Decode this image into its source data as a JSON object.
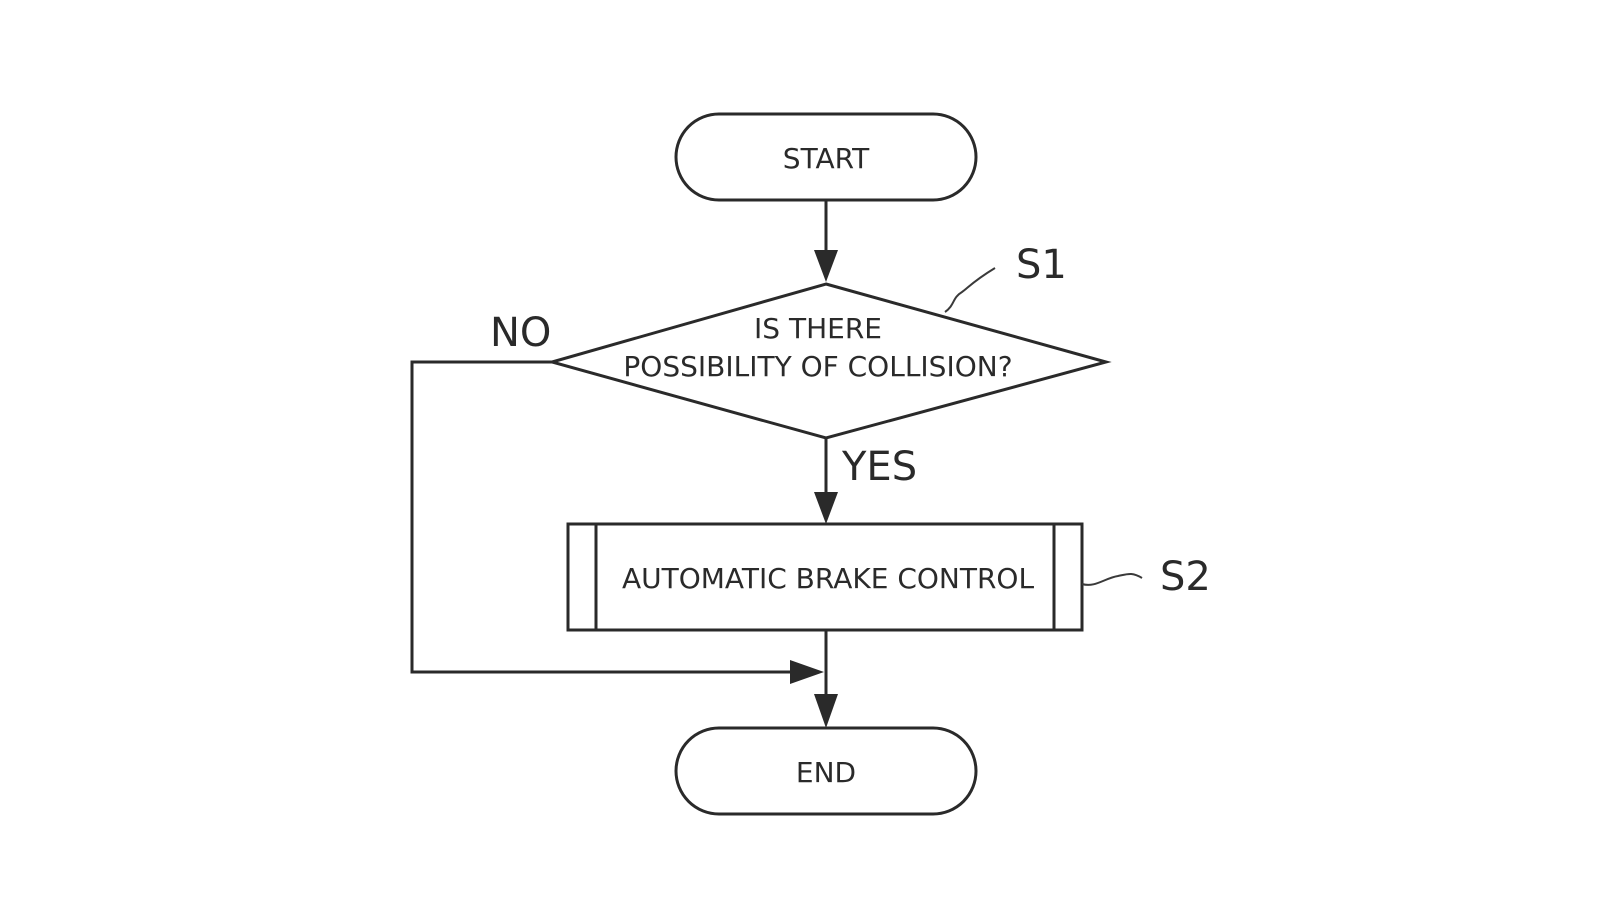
{
  "flowchart": {
    "start": {
      "label": "START"
    },
    "decision": {
      "line1": "IS THERE",
      "line2": "POSSIBILITY OF COLLISION?",
      "step": "S1",
      "no_label": "NO",
      "yes_label": "YES"
    },
    "process": {
      "label": "AUTOMATIC BRAKE CONTROL",
      "step": "S2"
    },
    "end": {
      "label": "END"
    }
  }
}
